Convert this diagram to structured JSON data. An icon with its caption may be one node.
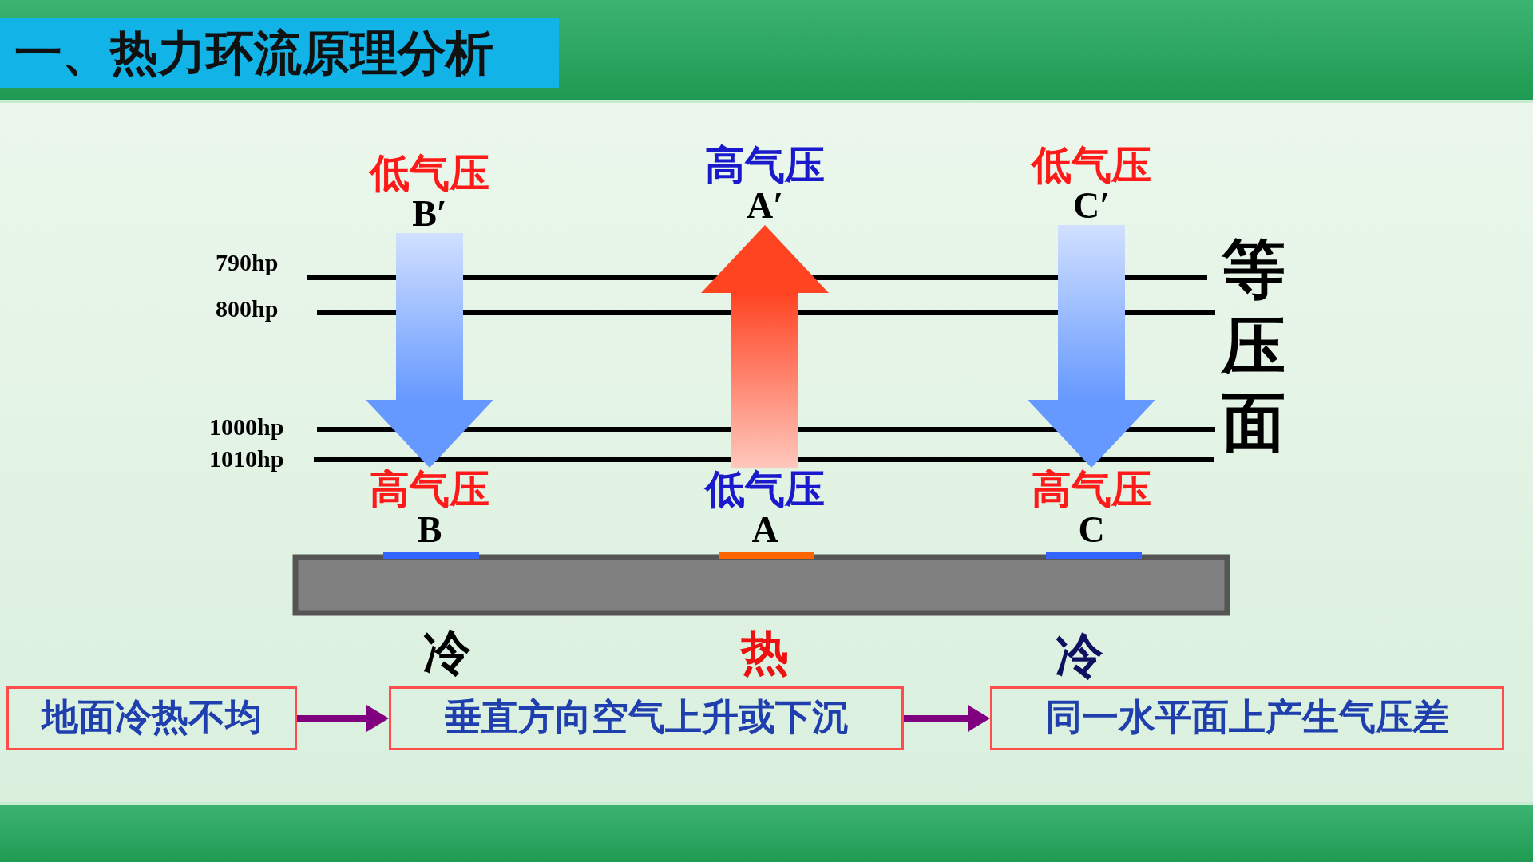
{
  "diagram": {
    "title": "一、热力环流原理分析",
    "nodes": [
      {
        "text": [
          "B′"
        ],
        "beside": [
          "低气压"
        ]
      },
      {
        "text": [
          "A′"
        ],
        "beside": [
          "高气压"
        ]
      },
      {
        "text": [
          "C′"
        ],
        "beside": [
          "低气压"
        ]
      },
      {
        "text": [
          "B"
        ],
        "beside": [
          "高气压"
        ]
      },
      {
        "text": [
          "A"
        ],
        "beside": [
          "低气压"
        ]
      },
      {
        "text": [
          "C"
        ],
        "beside": [
          "高气压"
        ]
      },
      {
        "text": [
          "地面冷热不均"
        ]
      },
      {
        "text": [
          "垂直方向空气上升或下沉"
        ]
      },
      {
        "text": [
          "同一水平面上产生气压差"
        ]
      }
    ],
    "edges": [
      {
        "from": 0,
        "to": 3,
        "arrow": "to",
        "style": "thick",
        "color": "#6699ff"
      },
      {
        "from": 4,
        "to": 1,
        "arrow": "to",
        "style": "thick",
        "color": "#ff4422"
      },
      {
        "from": 2,
        "to": 5,
        "arrow": "to",
        "style": "thick",
        "color": "#6699ff"
      },
      {
        "from": 6,
        "to": 7,
        "arrow": "to",
        "color": "#800080"
      },
      {
        "from": 7,
        "to": 8,
        "arrow": "to",
        "color": "#800080"
      }
    ],
    "labels": [
      "790hp",
      "800hp",
      "等压面",
      "1000hp",
      "1010hp",
      "冷",
      "热",
      "冷"
    ]
  }
}
